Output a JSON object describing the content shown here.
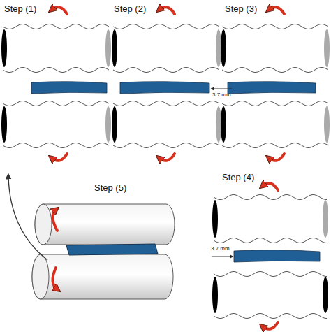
{
  "diagram": {
    "labels": [
      "Step (1)",
      "Step (2)",
      "Step (3)",
      "3.7 mm",
      "Step (5)",
      "Step (4)",
      "3.7 mm"
    ]
  }
}
